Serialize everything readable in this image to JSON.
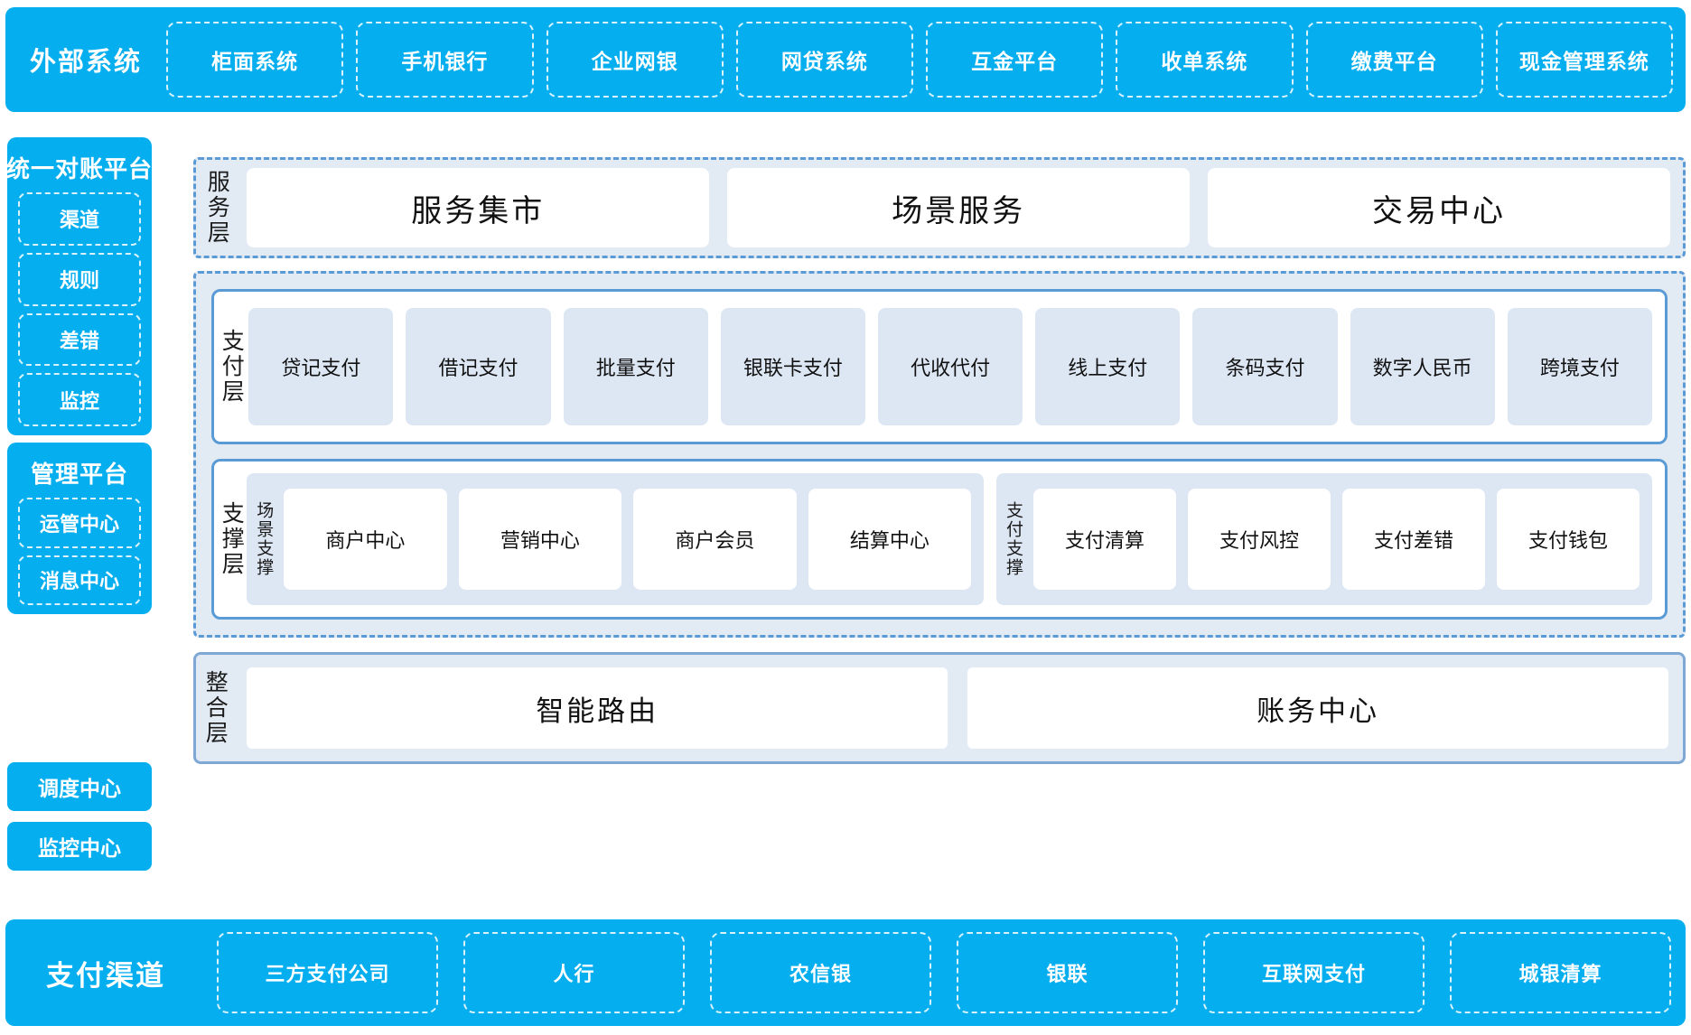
{
  "external": {
    "title": "外部系统",
    "items": [
      "柜面系统",
      "手机银行",
      "企业网银",
      "网贷系统",
      "互金平台",
      "收单系统",
      "缴费平台",
      "现金管理系统"
    ]
  },
  "left": {
    "recon": {
      "title": "统一对账平台",
      "items": [
        "渠道",
        "规则",
        "差错",
        "监控"
      ]
    },
    "mgmt": {
      "title": "管理平台",
      "items": [
        "运管中心",
        "消息中心"
      ]
    },
    "standalone": [
      "调度中心",
      "监控中心"
    ]
  },
  "service_layer": {
    "label": "服务层",
    "cards": [
      "服务集市",
      "场景服务",
      "交易中心"
    ]
  },
  "payment_layer": {
    "label": "支付层",
    "cards": [
      "贷记支付",
      "借记支付",
      "批量支付",
      "银联卡支付",
      "代收代付",
      "线上支付",
      "条码支付",
      "数字人民币",
      "跨境支付"
    ]
  },
  "support_layer": {
    "label": "支撑层",
    "groups": [
      {
        "label": "场景支撑",
        "cards": [
          "商户中心",
          "营销中心",
          "商户会员",
          "结算中心"
        ]
      },
      {
        "label": "支付支撑",
        "cards": [
          "支付清算",
          "支付风控",
          "支付差错",
          "支付钱包"
        ]
      }
    ]
  },
  "integration_layer": {
    "label": "整合层",
    "cards": [
      "智能路由",
      "账务中心"
    ]
  },
  "channels": {
    "title": "支付渠道",
    "items": [
      "三方支付公司",
      "人行",
      "农信银",
      "银联",
      "互联网支付",
      "城银清算"
    ]
  },
  "colors": {
    "brand_blue": "#05AEEF",
    "panel_border": "#5B9BD5",
    "panel_bg": "#E2EAF4",
    "card_bg": "#DDE7F4",
    "white": "#FFFFFF"
  }
}
